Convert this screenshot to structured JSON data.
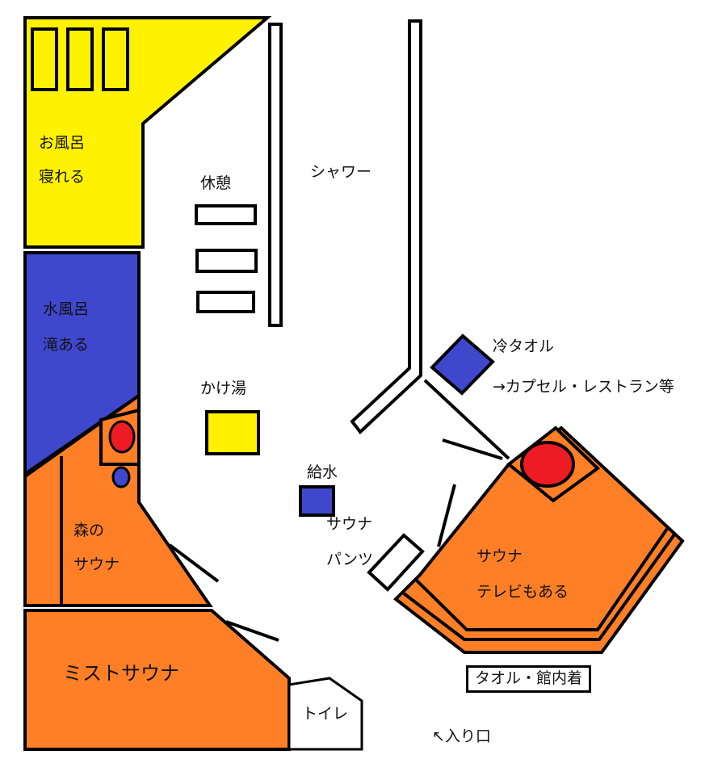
{
  "colors": {
    "bath": "#FFF200",
    "cold": "#3F48CC",
    "sauna": "#FF7F27",
    "stove": "#ED1C24",
    "line": "#000000",
    "floor": "#FFFFFF"
  },
  "labels": {
    "bath_line1": "お風呂",
    "bath_line2": "寝れる",
    "cold_line1": "水風呂",
    "cold_line2": "滝ある",
    "forest_line1": "森の",
    "forest_line2": "サウナ",
    "mist": "ミストサウナ",
    "rest": "休憩",
    "kakeyu": "かけ湯",
    "shower": "シャワー",
    "water": "給水",
    "pants_line1": "サウナ",
    "pants_line2": "パンツ",
    "cold_towel": "冷タオル",
    "capsule": "→カプセル・レストラン等",
    "tv_line1": "サウナ",
    "tv_line2": "テレビもある",
    "towel_wear": "タオル・館内着",
    "toilet": "トイレ",
    "entrance": "↖入り口"
  }
}
